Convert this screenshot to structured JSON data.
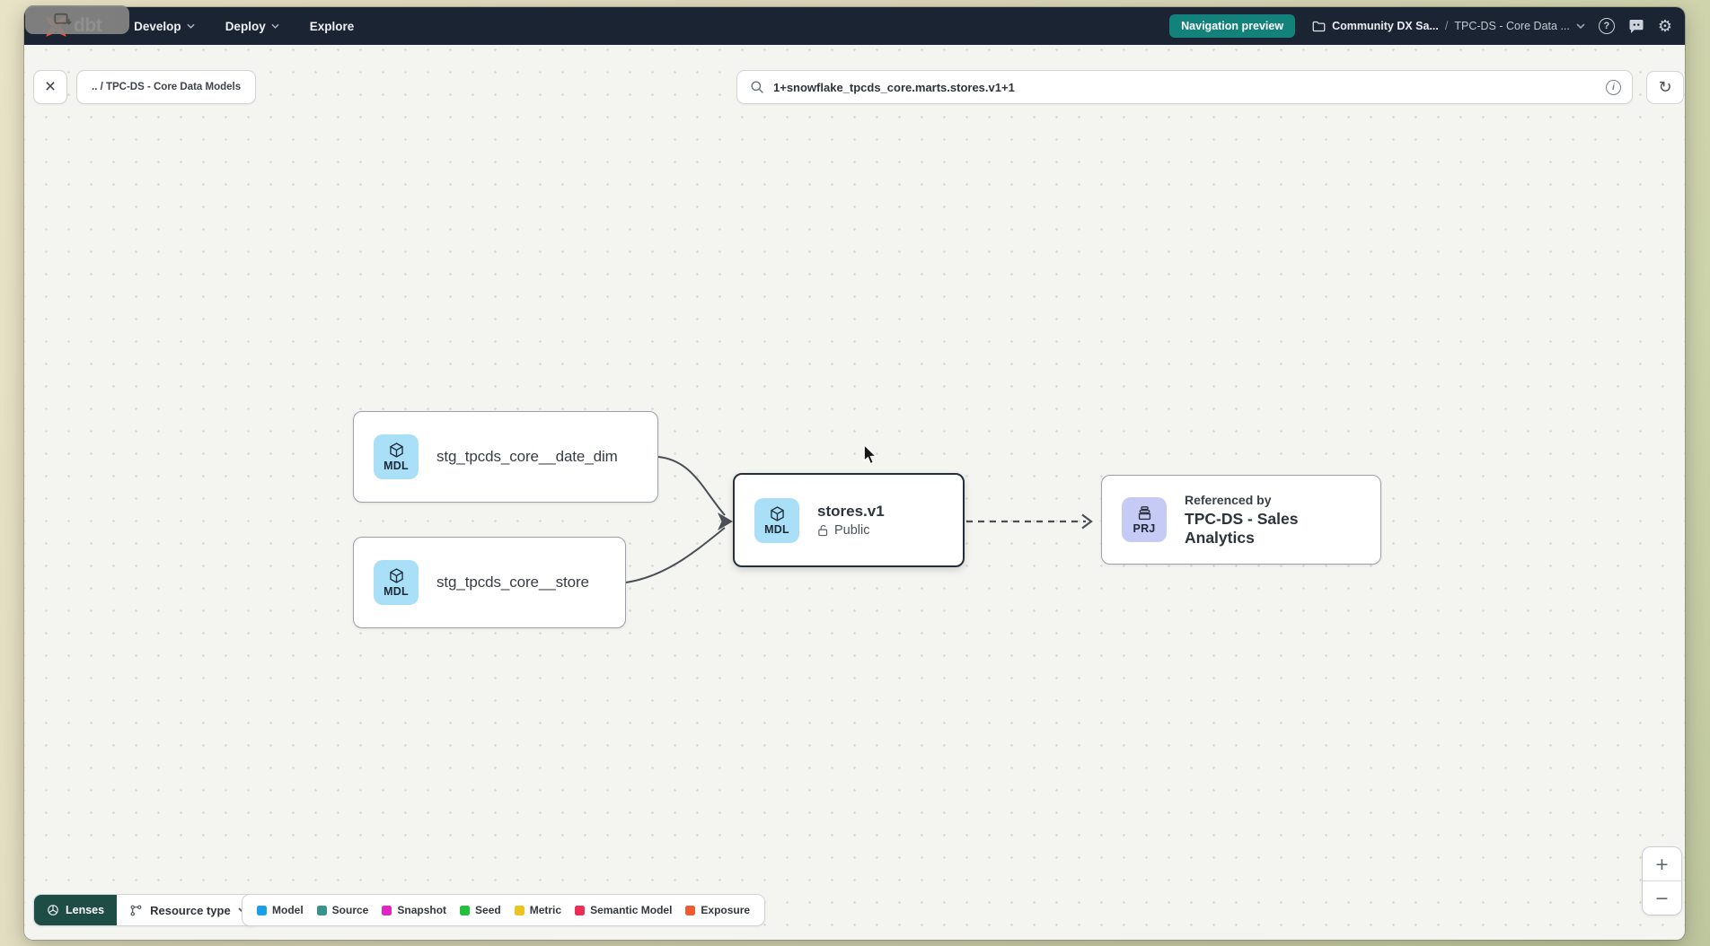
{
  "colors": {
    "navbar_bg": "#1b2433",
    "accent_teal": "#12827a",
    "lenses_bg": "#1e4d46",
    "canvas_bg": "#f4f4f1",
    "node_border": "#9aa1a9",
    "node_border_selected": "#252f3b",
    "badge_model_bg": "#a9dff7",
    "badge_project_bg": "#c5cbf4",
    "edge_color": "#4a5056",
    "dbt_orange": "#ff4f2e"
  },
  "navbar": {
    "logo_text": "dbt",
    "menu": [
      {
        "label": "Develop"
      },
      {
        "label": "Deploy"
      },
      {
        "label": "Explore"
      }
    ],
    "preview_button_label": "Navigation preview",
    "account_name": "Community DX Sa...",
    "breadcrumb_separator": "/",
    "project_name": "TPC-DS - Core Data ..."
  },
  "toolbar": {
    "close_icon": "×",
    "breadcrumb": ".. / TPC-DS - Core Data Models",
    "search_value": "1+snowflake_tpcds_core.marts.stores.v1+1",
    "info_icon": "i",
    "refresh_icon": "↻"
  },
  "graph": {
    "nodes": [
      {
        "badge": "MDL",
        "label": "stg_tpcds_core__date_dim"
      },
      {
        "badge": "MDL",
        "label": "stg_tpcds_core__store"
      },
      {
        "badge": "MDL",
        "label": "stores.v1",
        "access": "Public",
        "selected": true
      },
      {
        "badge": "PRJ",
        "label": "Referenced by",
        "sublabel": "TPC-DS - Sales Analytics"
      }
    ]
  },
  "footer": {
    "lenses_label": "Lenses",
    "resource_type_label": "Resource type",
    "legend": [
      {
        "label": "Model",
        "color": "#1ba0e8"
      },
      {
        "label": "Source",
        "color": "#38938c"
      },
      {
        "label": "Snapshot",
        "color": "#df25c3"
      },
      {
        "label": "Seed",
        "color": "#24bf3c"
      },
      {
        "label": "Metric",
        "color": "#eec31f"
      },
      {
        "label": "Semantic Model",
        "color": "#ec2e56"
      },
      {
        "label": "Exposure",
        "color": "#ed5c33"
      }
    ],
    "zoom_in_label": "+",
    "zoom_out_label": "−"
  },
  "icons": {
    "settings": "⚙",
    "help": "?"
  }
}
